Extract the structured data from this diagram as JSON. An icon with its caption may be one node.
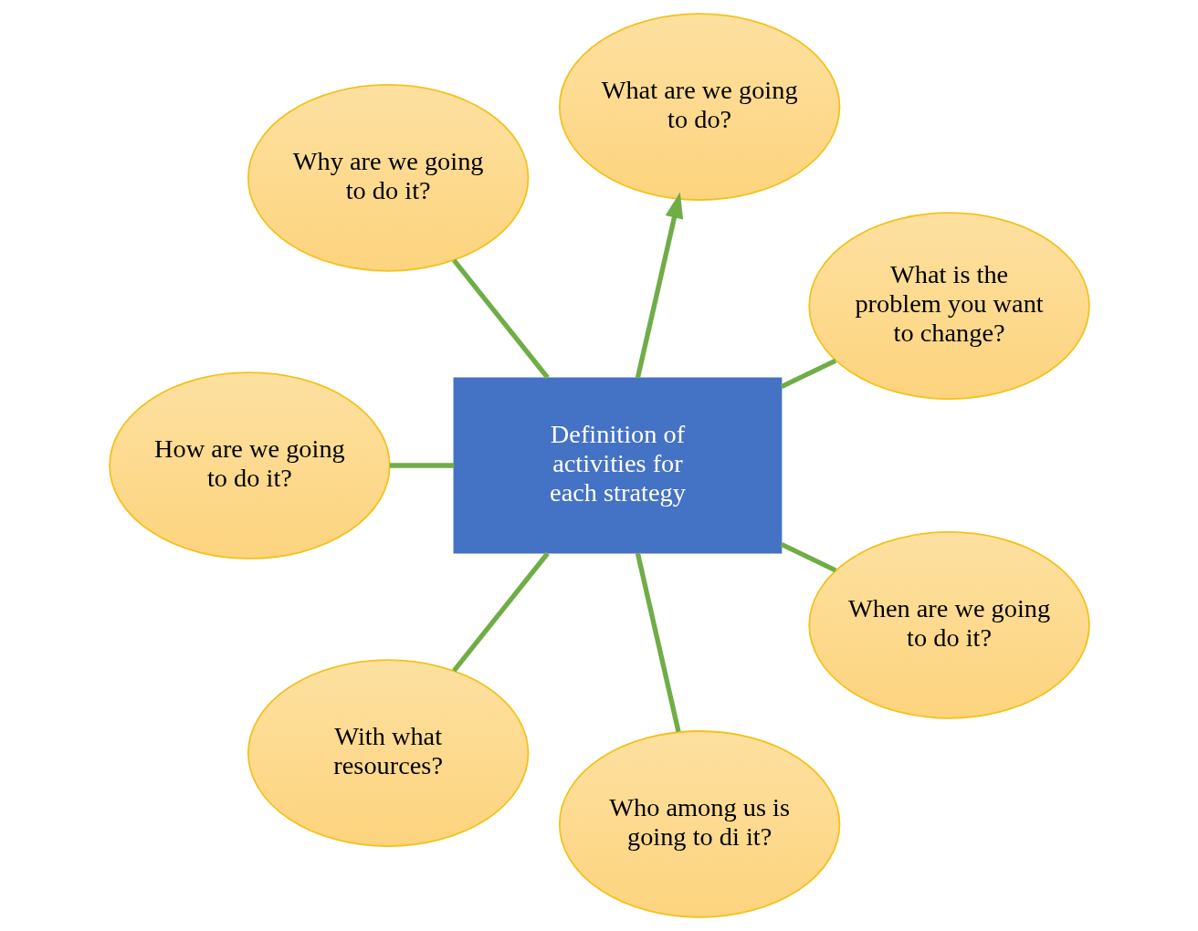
{
  "diagram": {
    "nodes": [
      {
        "text": [
          "Definition of activities for each strategy"
        ]
      },
      {
        "text": [
          "What is the problem you want to change?"
        ]
      },
      {
        "text": [
          "What are we going to do?"
        ]
      },
      {
        "text": [
          "Why are we going to do it?"
        ]
      },
      {
        "text": [
          "How are we going to do it?"
        ]
      },
      {
        "text": [
          "With what resources?"
        ]
      },
      {
        "text": [
          "Who among us is going to di it?"
        ]
      },
      {
        "text": [
          "When are we going to do it?"
        ]
      }
    ],
    "edges": [
      {
        "from": 0,
        "to": 1,
        "arrow": "none"
      },
      {
        "from": 0,
        "to": 2,
        "arrow": "to"
      },
      {
        "from": 0,
        "to": 3,
        "arrow": "none"
      },
      {
        "from": 0,
        "to": 4,
        "arrow": "none"
      },
      {
        "from": 0,
        "to": 5,
        "arrow": "none"
      },
      {
        "from": 0,
        "to": 6,
        "arrow": "none"
      },
      {
        "from": 0,
        "to": 7,
        "arrow": "none"
      }
    ]
  }
}
